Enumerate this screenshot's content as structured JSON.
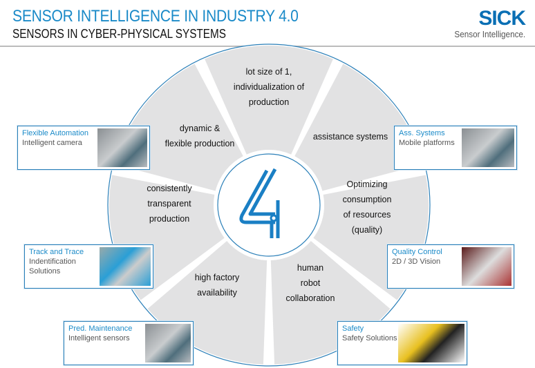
{
  "header": {
    "title": "SENSOR INTELLIGENCE IN INDUSTRY 4.0",
    "subtitle": "SENSORS IN CYBER-PHYSICAL SYSTEMS"
  },
  "logo": {
    "name": "SICK",
    "tagline": "Sensor Intelligence."
  },
  "colors": {
    "accent": "#1a8ac8",
    "segment": "#e2e2e3",
    "border": "#2a7fb8"
  },
  "center": {
    "symbol": "4"
  },
  "segments": [
    {
      "lines": [
        "lot size of 1,",
        "individualization of",
        "production"
      ]
    },
    {
      "lines": [
        "assistance systems"
      ]
    },
    {
      "lines": [
        "Optimizing",
        "consumption",
        "of resources",
        "(quality)"
      ]
    },
    {
      "lines": [
        "human",
        "robot",
        "collaboration"
      ]
    },
    {
      "lines": [
        "high factory",
        "availability"
      ]
    },
    {
      "lines": [
        "consistently",
        "transparent",
        "production"
      ]
    },
    {
      "lines": [
        "dynamic &",
        "flexible production"
      ]
    }
  ],
  "cards": [
    {
      "title": "Flexible Automation",
      "lines": [
        "Intelligent camera"
      ]
    },
    {
      "title": "Ass. Systems",
      "lines": [
        "Mobile platforms"
      ]
    },
    {
      "title": "Track and Trace",
      "lines": [
        "Indentification",
        "Solutions"
      ]
    },
    {
      "title": "Quality Control",
      "lines": [
        "2D / 3D Vision"
      ]
    },
    {
      "title": "Pred. Maintenance",
      "lines": [
        "Intelligent sensors"
      ]
    },
    {
      "title": "Safety",
      "lines": [
        "Safety Solutions"
      ]
    }
  ]
}
